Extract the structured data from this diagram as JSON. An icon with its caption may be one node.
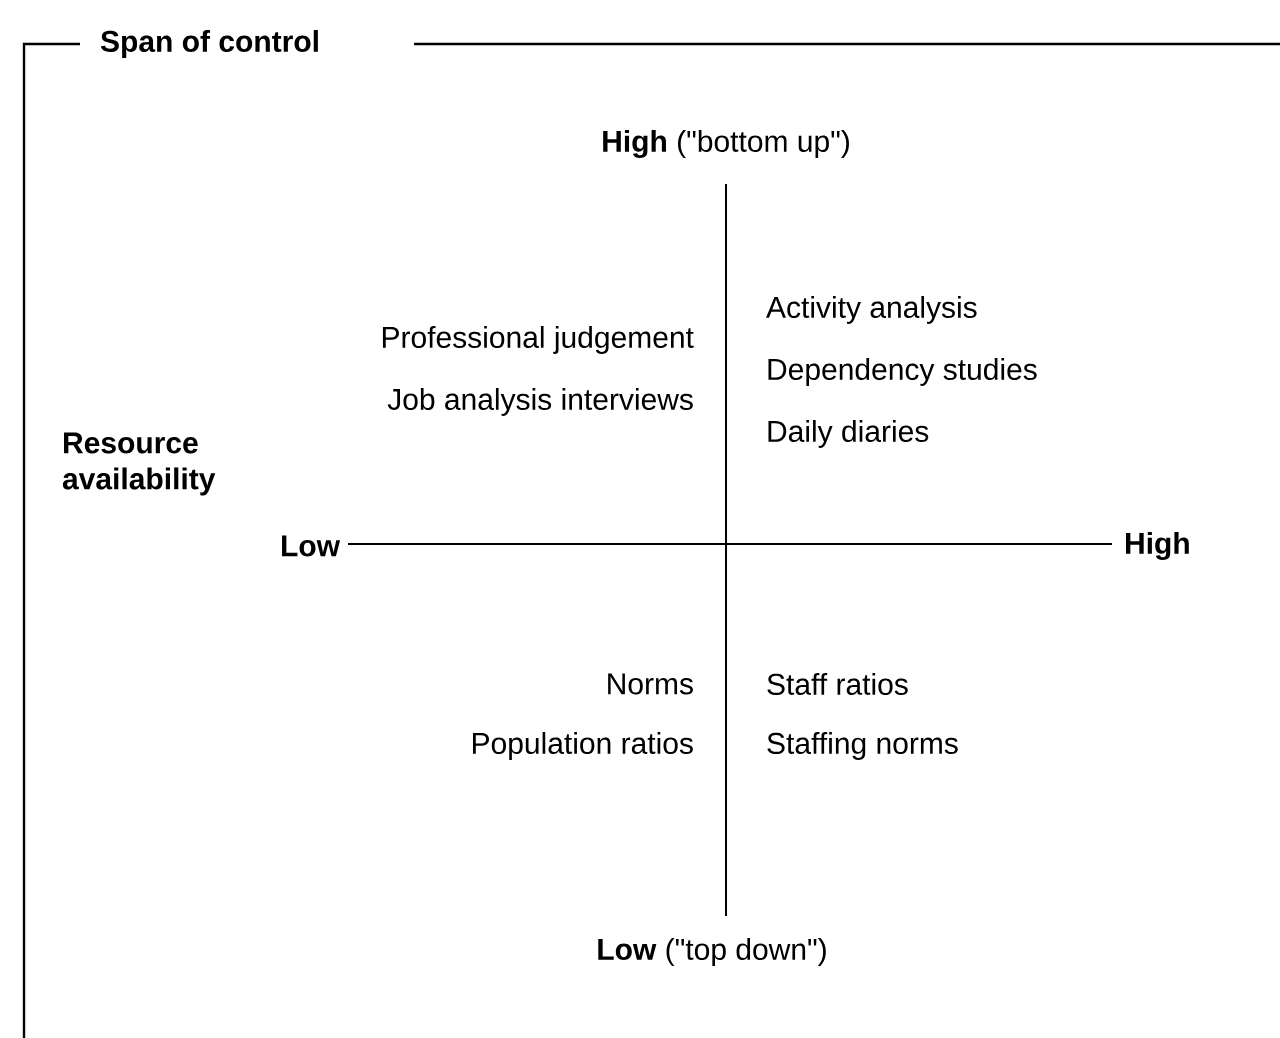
{
  "diagram": {
    "title": "Span of control",
    "labels": [
      "**High** (\"bottom up\")",
      "Professional judgement",
      "Job analysis interviews",
      "Activity analysis",
      "Dependency studies",
      "Daily diaries",
      "Resource availability",
      "Low",
      "High",
      "Norms",
      "Population ratios",
      "Staff ratios",
      "Staffing norms",
      "**Low** (\"top down\")"
    ]
  }
}
